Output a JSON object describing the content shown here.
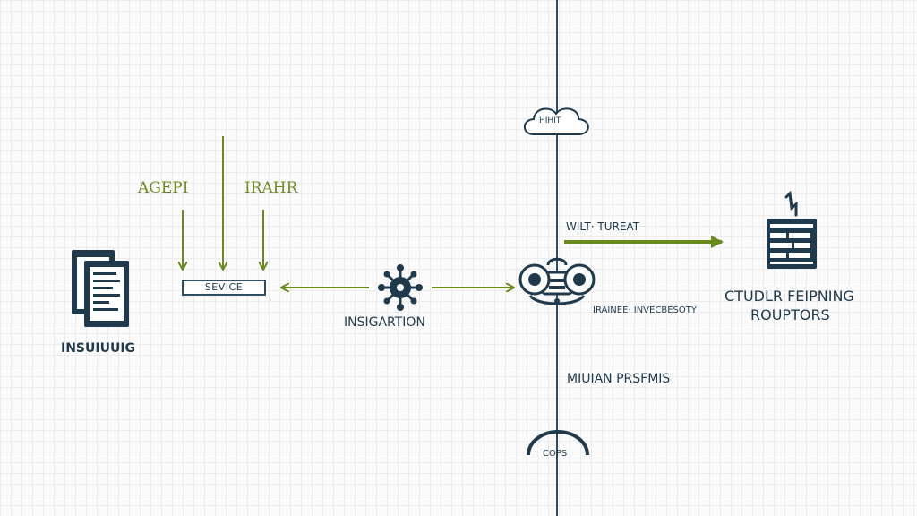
{
  "labels": {
    "insurance": "INSUIUUIG",
    "agent": "AGEPI",
    "rain": "IRAHR",
    "service": "SEVICE",
    "integration": "INSIGARTION",
    "cloud": "HIHIT",
    "wift_threat": "WILT· TUREAT",
    "branch": "IRAINEE· INVECBESOTY",
    "cluster_line1": "CTUDLR FEIPNING",
    "cluster_line2": "ROUPTORS",
    "milian": "MIUIAN PRSFMIS",
    "cops": "COPS"
  },
  "colors": {
    "navy": "#1e3a4c",
    "olive": "#6b8a1e",
    "grid": "#ececec",
    "background": "#fbfbfb"
  },
  "icons": [
    "documents-icon",
    "integration-hub-icon",
    "cloud-icon",
    "router-device-icon",
    "server-rack-icon",
    "gauge-arc-icon"
  ]
}
